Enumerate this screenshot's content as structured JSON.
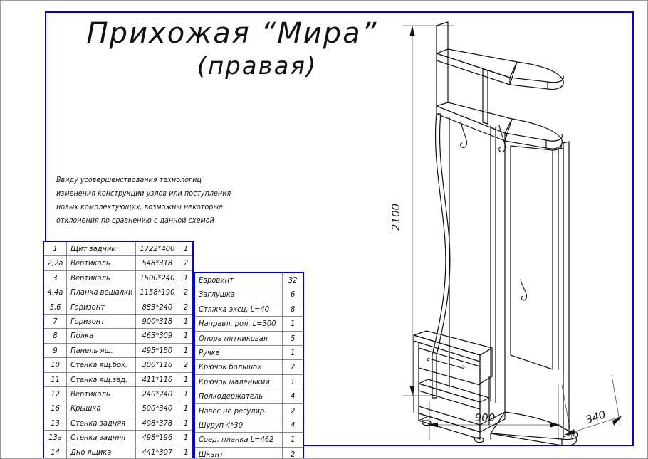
{
  "title": {
    "line1": "Прихожая  “Мира”",
    "line2": "(правая)"
  },
  "disclaimer": {
    "line1": "Ввиду  усовершенствования технологиц",
    "line2": "изменения конструкции узлов или поступления",
    "line3": "новых комплектующих, возможны некоторые",
    "line4": "отклонения по сравнению с данной схемой"
  },
  "parts_table": {
    "rows": [
      {
        "pos": "1",
        "name": "Щит задний",
        "dim": "1722*400",
        "qty": "1"
      },
      {
        "pos": "2,2а",
        "name": "Вертикаль",
        "dim": "548*318",
        "qty": "2"
      },
      {
        "pos": "3",
        "name": "Вертикаль",
        "dim": "1500*240",
        "qty": "1"
      },
      {
        "pos": "4,4а",
        "name": "Планка вешалки",
        "dim": "1158*190",
        "qty": "2"
      },
      {
        "pos": "5,6",
        "name": "Горизонт",
        "dim": "883*240",
        "qty": "2"
      },
      {
        "pos": "7",
        "name": "Горизонт",
        "dim": "900*318",
        "qty": "1"
      },
      {
        "pos": "8",
        "name": "Полка",
        "dim": "463*309",
        "qty": "1"
      },
      {
        "pos": "9",
        "name": "Панель ящ.",
        "dim": "495*150",
        "qty": "1"
      },
      {
        "pos": "10",
        "name": "Стенка ящ.бок.",
        "dim": "300*116",
        "qty": "2"
      },
      {
        "pos": "11",
        "name": "Стенка ящ.зад.",
        "dim": "411*116",
        "qty": "1"
      },
      {
        "pos": "12",
        "name": "Вертикаль",
        "dim": "240*240",
        "qty": "1"
      },
      {
        "pos": "16",
        "name": "Крышка",
        "dim": "500*340",
        "qty": "1"
      },
      {
        "pos": "13",
        "name": "Стенка задняя",
        "dim": "498*378",
        "qty": "1"
      },
      {
        "pos": "13а",
        "name": "Стенка задняя",
        "dim": "498*196",
        "qty": "1"
      },
      {
        "pos": "14",
        "name": "Дно ящика",
        "dim": "441*307",
        "qty": "1"
      }
    ]
  },
  "hardware_table": {
    "rows": [
      {
        "name": "Евровинт",
        "qty": "32"
      },
      {
        "name": "Заглушка",
        "qty": "6"
      },
      {
        "name": "Стяжка эксц. L=40",
        "qty": "8"
      },
      {
        "name": "Направл. рол. L=300",
        "qty": "1"
      },
      {
        "name": "Опора пятниковая",
        "qty": "5"
      },
      {
        "name": "Ручка",
        "qty": "1"
      },
      {
        "name": "Крючок большой",
        "qty": "2"
      },
      {
        "name": "Крючок маленький",
        "qty": "1"
      },
      {
        "name": "Полкодержатель",
        "qty": "4"
      },
      {
        "name": "Навес не регулир.",
        "qty": "2"
      },
      {
        "name": "Шуруп 4*30",
        "qty": "4"
      },
      {
        "name": "Соед. планка L=462",
        "qty": "1"
      },
      {
        "name": "Шкант",
        "qty": "2"
      }
    ]
  },
  "dimensions": {
    "height": "2100",
    "width": "900",
    "depth": "340"
  },
  "colors": {
    "frame": "#0000ee",
    "line": "#111111",
    "table_border": "#0000ee",
    "table_grid": "#8a8a8a"
  }
}
